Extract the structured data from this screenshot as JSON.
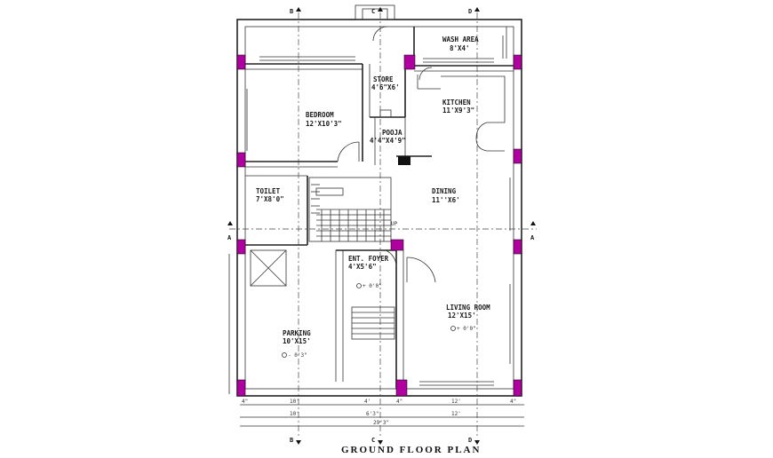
{
  "drawing": {
    "title": "GROUND FLOOR PLAN",
    "colors": {
      "line": "#222222",
      "column": "#b0009f",
      "background": "#ffffff"
    }
  },
  "axes": {
    "top": [
      "B",
      "C",
      "D"
    ],
    "bottom": [
      "B",
      "C",
      "D"
    ],
    "left": "A",
    "right": "A"
  },
  "rooms": {
    "wash_area": {
      "name": "WASH AREA",
      "size": "8'X4'"
    },
    "store": {
      "name": "STORE",
      "size": "4'6\"X6'"
    },
    "kitchen": {
      "name": "KITCHEN",
      "size": "11'X9'3\""
    },
    "bedroom": {
      "name": "BEDROOM",
      "size": "12'X10'3\""
    },
    "pooja": {
      "name": "POOJA",
      "size": "4'4\"X4'9\""
    },
    "toilet": {
      "name": "TOILET",
      "size": "7'X8'0\""
    },
    "dining": {
      "name": "DINING",
      "size": "11''X6'"
    },
    "ent_foyer": {
      "name": "ENT. FOYER",
      "size": "4'X5'6\""
    },
    "living_room": {
      "name": "LIVING ROOM",
      "size": "12'X15'"
    },
    "parking": {
      "name": "PARKING",
      "size": "10'X15'"
    }
  },
  "markers": {
    "up": "UP",
    "level_pos": "+ 0'0\"",
    "level_neg": "- 0'3\""
  },
  "bottom_dims": {
    "row1": [
      "4\"",
      "10'",
      "4'",
      "4\"",
      "12'",
      "4\""
    ],
    "row2": [
      "10'",
      "6'3\"",
      "12'"
    ],
    "total": "29'3\""
  }
}
